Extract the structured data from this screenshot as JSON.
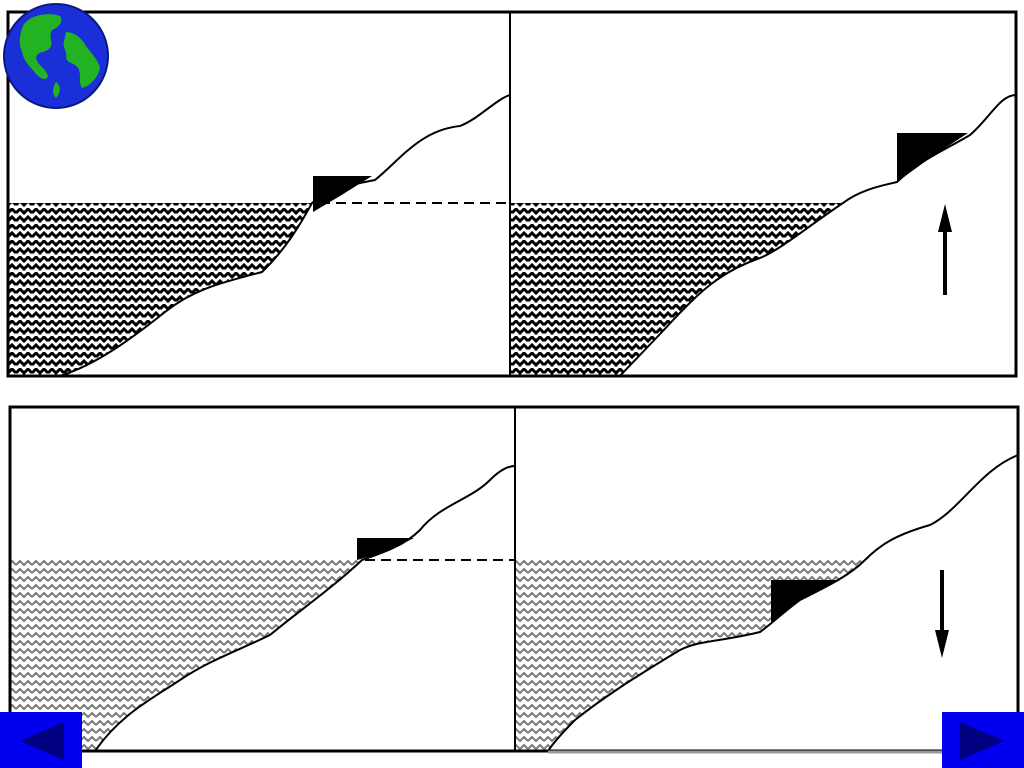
{
  "colors": {
    "background": "#ffffff",
    "frame": "#000000",
    "sea_upper": "#000000",
    "sea_lower": "#808080",
    "land_fill": "#ffffff",
    "block": "#000000",
    "nav_button": "#0000ee",
    "nav_arrow": "#000080",
    "globe_ocean": "#1a2fd8",
    "globe_land": "#22b222"
  },
  "icons": {
    "globe": "globe-icon",
    "prev": "left-triangle-icon",
    "next": "right-triangle-icon",
    "arrow_up": "arrow-up-icon",
    "arrow_down": "arrow-down-icon"
  },
  "panels": [
    {
      "id": "top-left",
      "sea": "dark",
      "sea_level": "reference",
      "block_position": "shoreline",
      "arrow": "none"
    },
    {
      "id": "top-right",
      "sea": "dark",
      "sea_level": "reference",
      "block_position": "raised",
      "arrow": "up"
    },
    {
      "id": "bottom-left",
      "sea": "light",
      "sea_level": "reference",
      "block_position": "shoreline",
      "arrow": "none"
    },
    {
      "id": "bottom-right",
      "sea": "light",
      "sea_level": "reference",
      "block_position": "lowered",
      "arrow": "down"
    }
  ]
}
